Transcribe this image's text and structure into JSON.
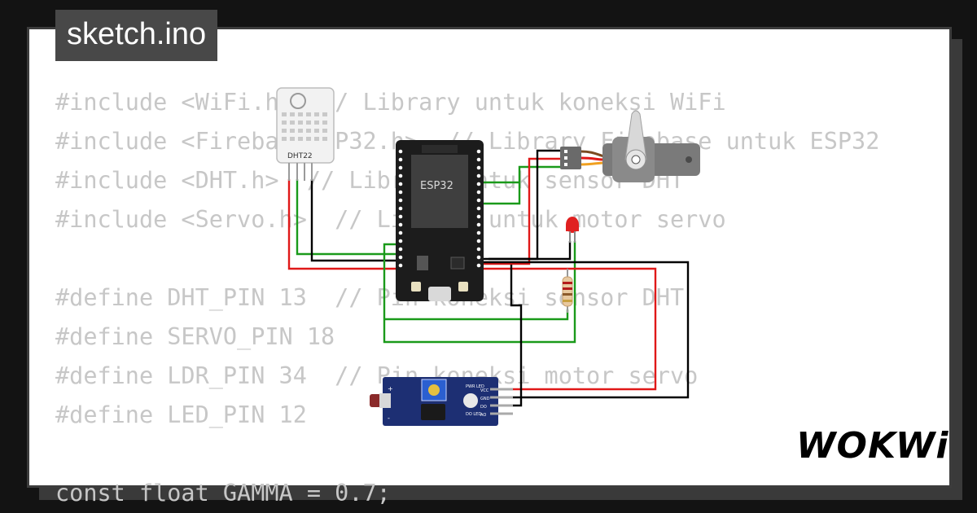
{
  "title": "sketch.ino",
  "logo": "WOKWi",
  "code_lines": [
    "#include <WiFi.h>  // Library untuk koneksi WiFi",
    "#include <FirebaseESP32.h>  // Library Firebase untuk ESP32",
    "#include <DHT.h>  // Library untuk sensor DHT",
    "#include <Servo.h>  // Library untuk motor servo",
    "",
    "#define DHT_PIN 13  // Pin koneksi sensor DHT",
    "#define SERVO_PIN 18",
    "#define LDR_PIN 34  // Pin koneksi motor servo",
    "#define LED_PIN 12",
    "",
    "const float GAMMA = 0.7;"
  ],
  "components": {
    "dht_label": "DHT22",
    "esp32_label": "ESP32",
    "ldr_pin_labels": [
      "VCC",
      "GND",
      "DO",
      "AO"
    ],
    "ldr_led_labels": [
      "PWR LED",
      "DO LED"
    ]
  },
  "colors": {
    "wire_red": "#e01818",
    "wire_green": "#1a9a1a",
    "wire_black": "#000000",
    "board_dark": "#1c1c1c",
    "ldr_board": "#1d2f73",
    "servo_body": "#7a7a7a"
  }
}
